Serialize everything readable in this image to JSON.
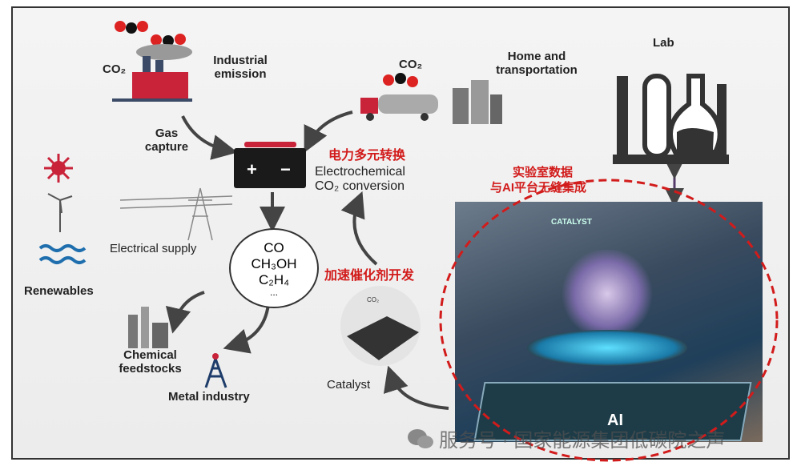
{
  "labels": {
    "co2_industrial": "CO₂",
    "industrial_emission": "Industrial emission",
    "co2_home": "CO₂",
    "home_transportation": "Home and transportation",
    "lab": "Lab",
    "gas_capture": "Gas capture",
    "electrochem_cn": "电力多元转换",
    "electrochem_en_1": "Electrochemical",
    "electrochem_en_2": "CO₂ conversion",
    "lab_ai_cn_1": "实验室数据",
    "lab_ai_cn_2": "与AI平台无缝集成",
    "electrical_supply": "Electrical supply",
    "renewables": "Renewables",
    "products": [
      "CO",
      "CH₃OH",
      "C₂H₄",
      "..."
    ],
    "catalyst_cn": "加速催化剂开发",
    "catalyst": "Catalyst",
    "chemical_feedstocks": "Chemical feedstocks",
    "metal_industry": "Metal industry",
    "catalyst_screen": "CATALYST",
    "ai": "AI",
    "co2_small": "CO₂"
  },
  "watermark": "服务号 · 国家能源集团低碳院之声",
  "colors": {
    "accent_red": "#d21b1b",
    "dark": "#333333"
  }
}
